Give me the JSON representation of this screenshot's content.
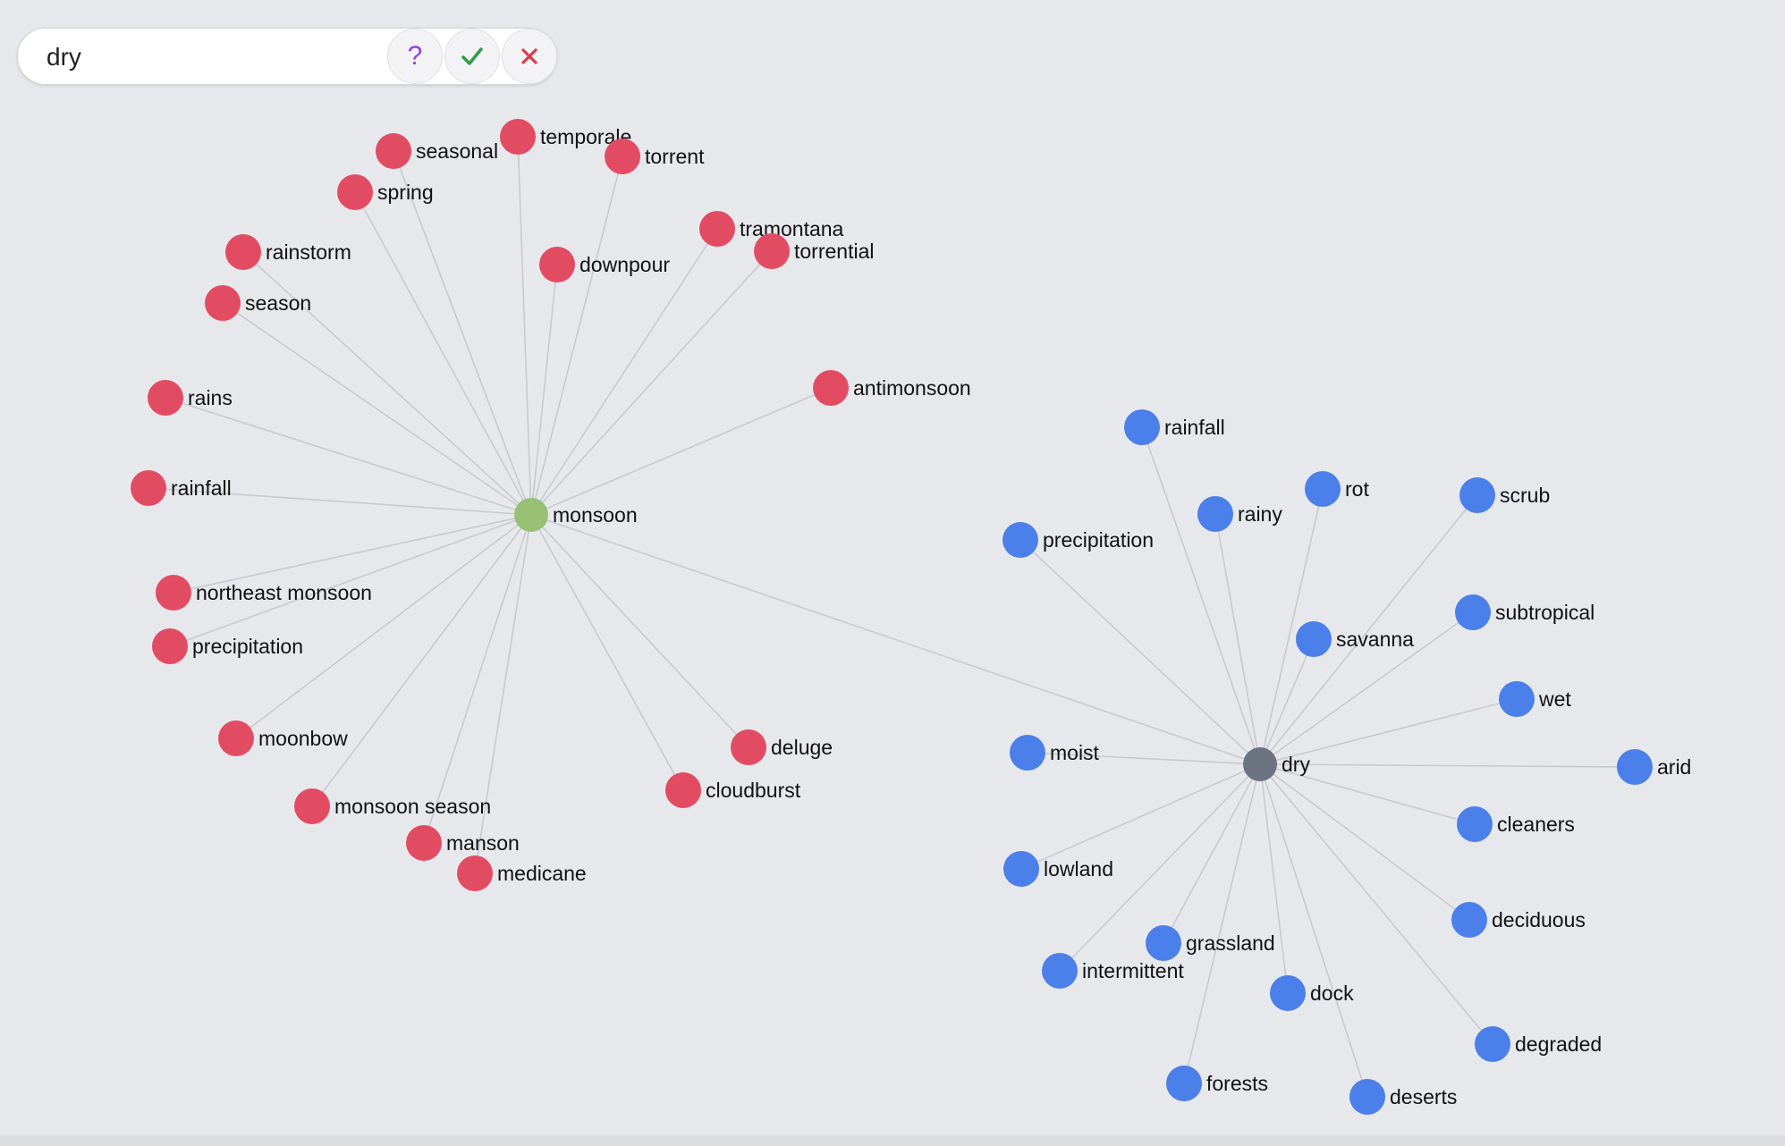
{
  "search": {
    "value": "dry",
    "placeholder": ""
  },
  "buttons": {
    "help": {
      "icon": "question-icon",
      "glyph": "?",
      "color": "#8a3ff0"
    },
    "confirm": {
      "icon": "check-icon",
      "color": "#2e9e4a"
    },
    "cancel": {
      "icon": "close-icon",
      "color": "#e0394a"
    }
  },
  "colors": {
    "monsoon_group": "#e24c63",
    "dry_group": "#4b7fe9",
    "monsoon_center": "#97c072",
    "dry_center": "#6b7280",
    "edge": "#c9cacf",
    "background": "#e7e8ec"
  },
  "graph": {
    "centers": [
      {
        "id": "monsoon",
        "label": "monsoon",
        "group": "center_monsoon"
      },
      {
        "id": "dry",
        "label": "dry",
        "group": "center_dry"
      }
    ],
    "monsoon_neighbors": [
      "seasonal",
      "temporale",
      "torrent",
      "spring",
      "tramontana",
      "torrential",
      "rainstorm",
      "downpour",
      "season",
      "antimonsoon",
      "rains",
      "rainfall",
      "northeast monsoon",
      "precipitation",
      "moonbow",
      "deluge",
      "cloudburst",
      "monsoon season",
      "manson",
      "medicane"
    ],
    "dry_neighbors": [
      "rainfall",
      "rot",
      "scrub",
      "rainy",
      "precipitation",
      "subtropical",
      "savanna",
      "wet",
      "moist",
      "arid",
      "cleaners",
      "lowland",
      "deciduous",
      "grassland",
      "intermittent",
      "dock",
      "degraded",
      "forests",
      "deserts"
    ],
    "links": [
      [
        "monsoon",
        "dry"
      ]
    ]
  }
}
